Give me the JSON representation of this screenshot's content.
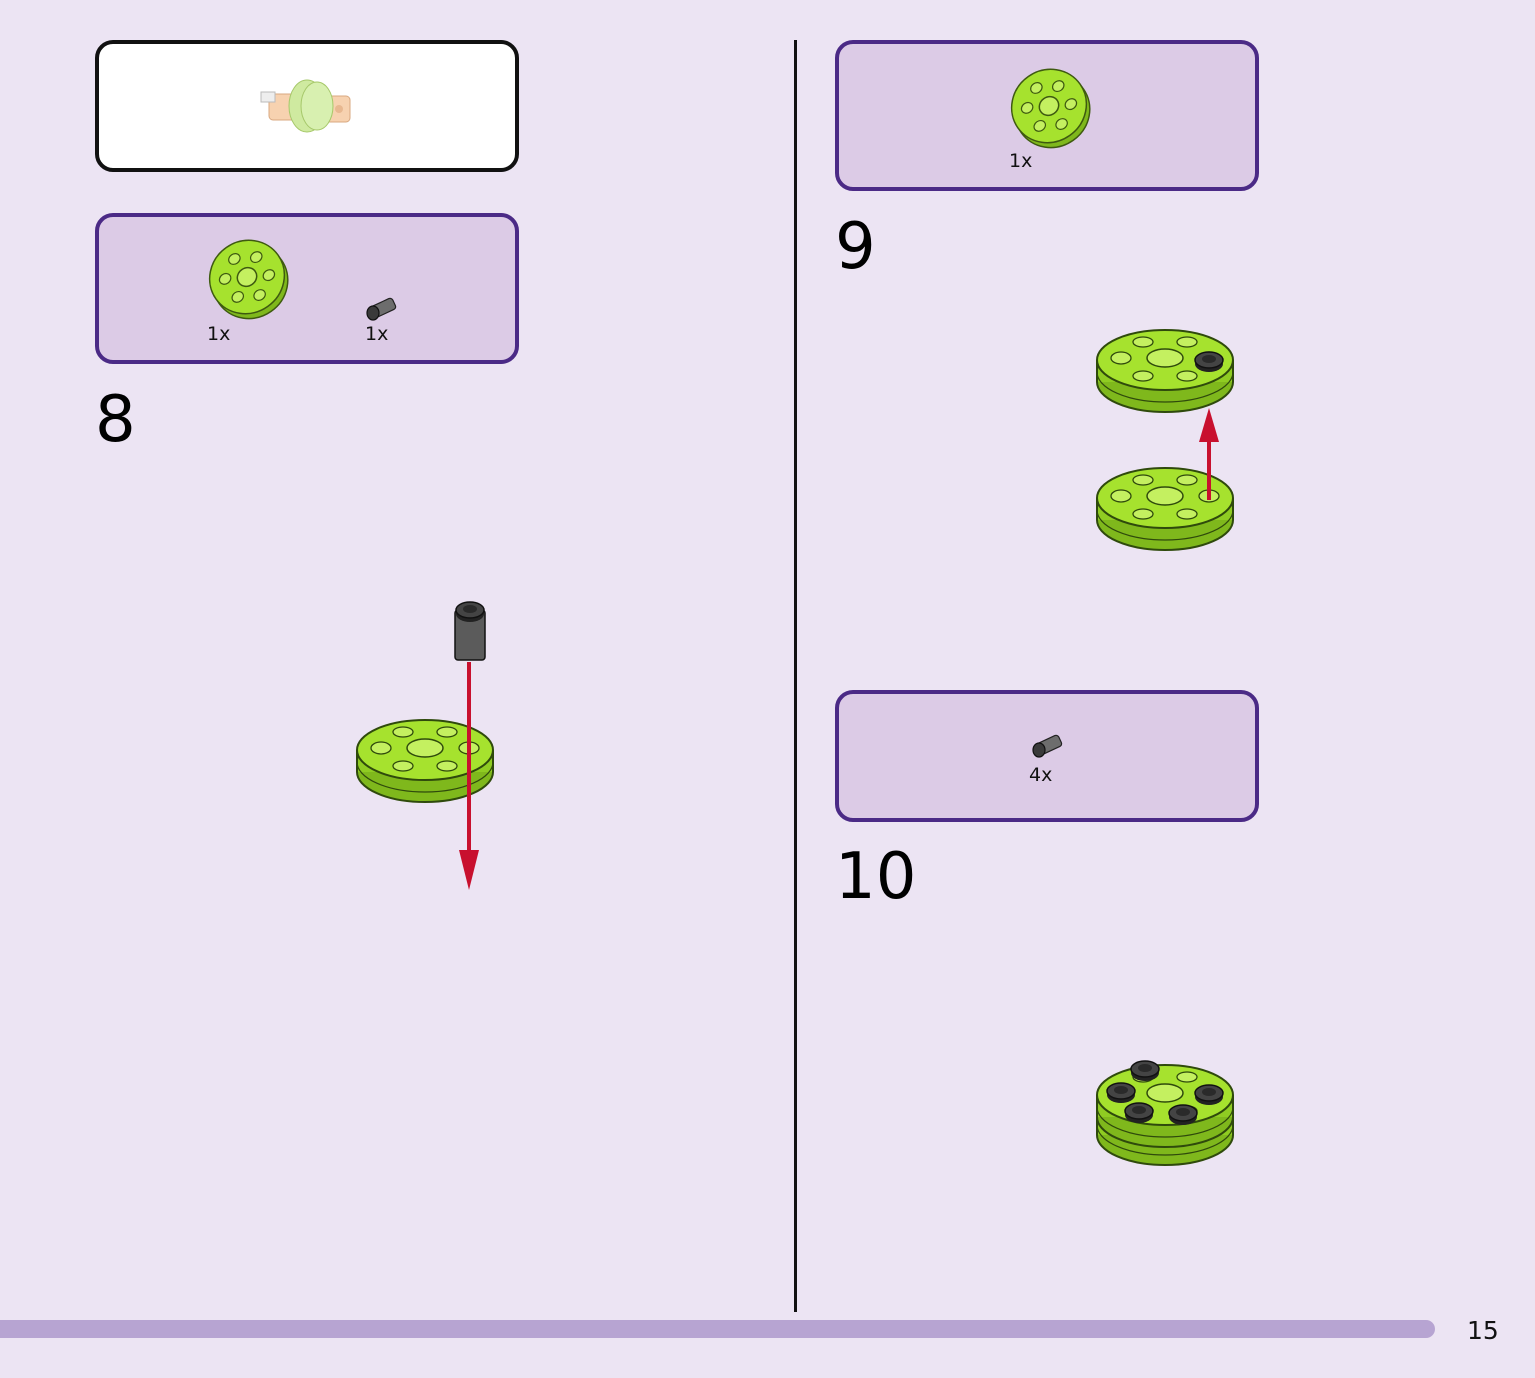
{
  "left_page": {
    "sub_assembly": {
      "icon": "sub-assembly-preview-icon"
    },
    "step8": {
      "number": "8",
      "parts": [
        {
          "icon": "lime-wheel-icon",
          "qty": "1x"
        },
        {
          "icon": "black-pin-icon",
          "qty": "1x"
        }
      ]
    }
  },
  "right_page": {
    "step9": {
      "number": "9",
      "parts": [
        {
          "icon": "lime-wheel-icon",
          "qty": "1x"
        }
      ]
    },
    "step10": {
      "number": "10",
      "parts": [
        {
          "icon": "black-pin-icon",
          "qty": "4x"
        }
      ]
    }
  },
  "footer": {
    "page_number": "15"
  },
  "colors": {
    "background": "#ece4f3",
    "parts_box": "#dccbe6",
    "parts_border": "#4b2a86",
    "wheel": "#a6e22e",
    "arrow": "#c8102e",
    "footer_bar": "#b7a4d2"
  }
}
